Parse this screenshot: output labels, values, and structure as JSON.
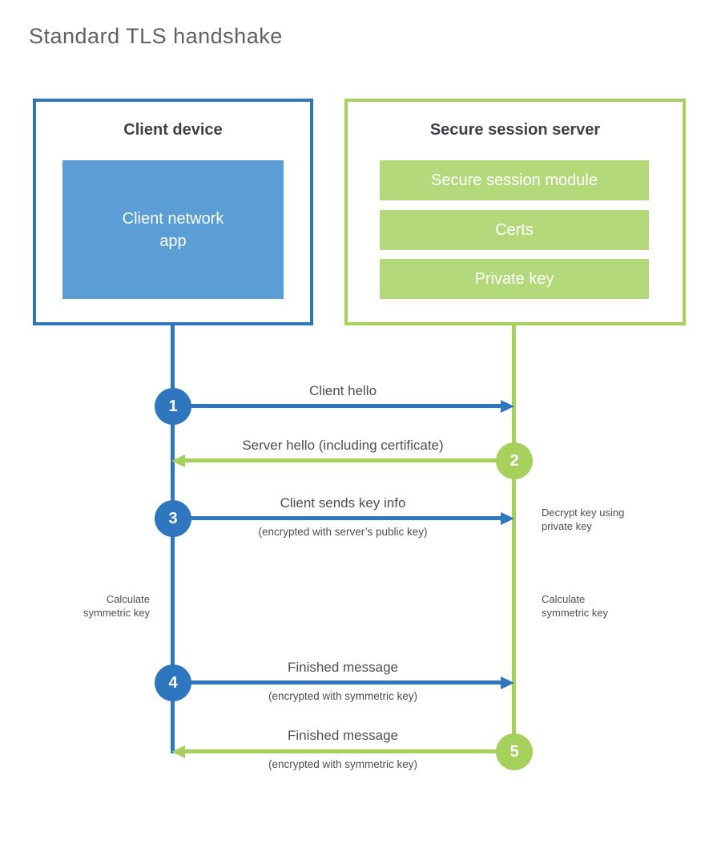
{
  "title": "Standard TLS handshake",
  "colors": {
    "blue": "#2e76bd",
    "blue_fill": "#5b9dd5",
    "green": "#a6d15c",
    "green_fill": "#b4d97b",
    "heading_text": "#404145",
    "label_text": "#4d4e50",
    "title_text": "#606164"
  },
  "client_box": {
    "title": "Client device",
    "app_line1": "Client network",
    "app_line2": "app"
  },
  "server_box": {
    "title": "Secure session server",
    "modules": [
      "Secure session module",
      "Certs",
      "Private key"
    ]
  },
  "steps": [
    {
      "num": "1",
      "label": "Client hello",
      "sub": "",
      "direction": "right",
      "color": "blue"
    },
    {
      "num": "2",
      "label": "Server hello (including certificate)",
      "sub": "",
      "direction": "left",
      "color": "green"
    },
    {
      "num": "3",
      "label": "Client sends key info",
      "sub": "(encrypted with server’s public key)",
      "direction": "right",
      "color": "blue"
    },
    {
      "num": "4",
      "label": "Finished message",
      "sub": "(encrypted with symmetric key)",
      "direction": "right",
      "color": "blue"
    },
    {
      "num": "5",
      "label": "Finished message",
      "sub": "(encrypted with symmetric key)",
      "direction": "left",
      "color": "green"
    }
  ],
  "notes": {
    "decrypt_line1": "Decrypt key using",
    "decrypt_line2": "private key",
    "calc_left_line1": "Calculate",
    "calc_left_line2": "symmetric key",
    "calc_right_line1": "Calculate",
    "calc_right_line2": "symmetric key"
  }
}
